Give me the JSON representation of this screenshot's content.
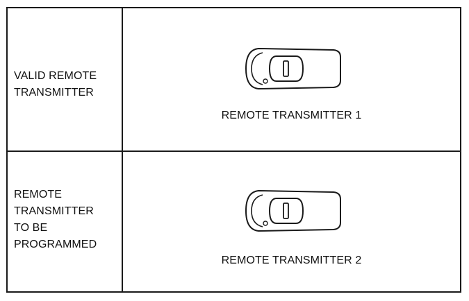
{
  "rows": [
    {
      "label": "VALID REMOTE\nTRANSMITTER",
      "icon": "remote-transmitter-icon",
      "caption": "REMOTE TRANSMITTER 1"
    },
    {
      "label": "REMOTE\nTRANSMITTER\nTO BE\nPROGRAMMED",
      "icon": "remote-transmitter-icon",
      "caption": "REMOTE TRANSMITTER 2"
    }
  ],
  "colors": {
    "line": "#1a1a1a",
    "background": "#ffffff"
  }
}
